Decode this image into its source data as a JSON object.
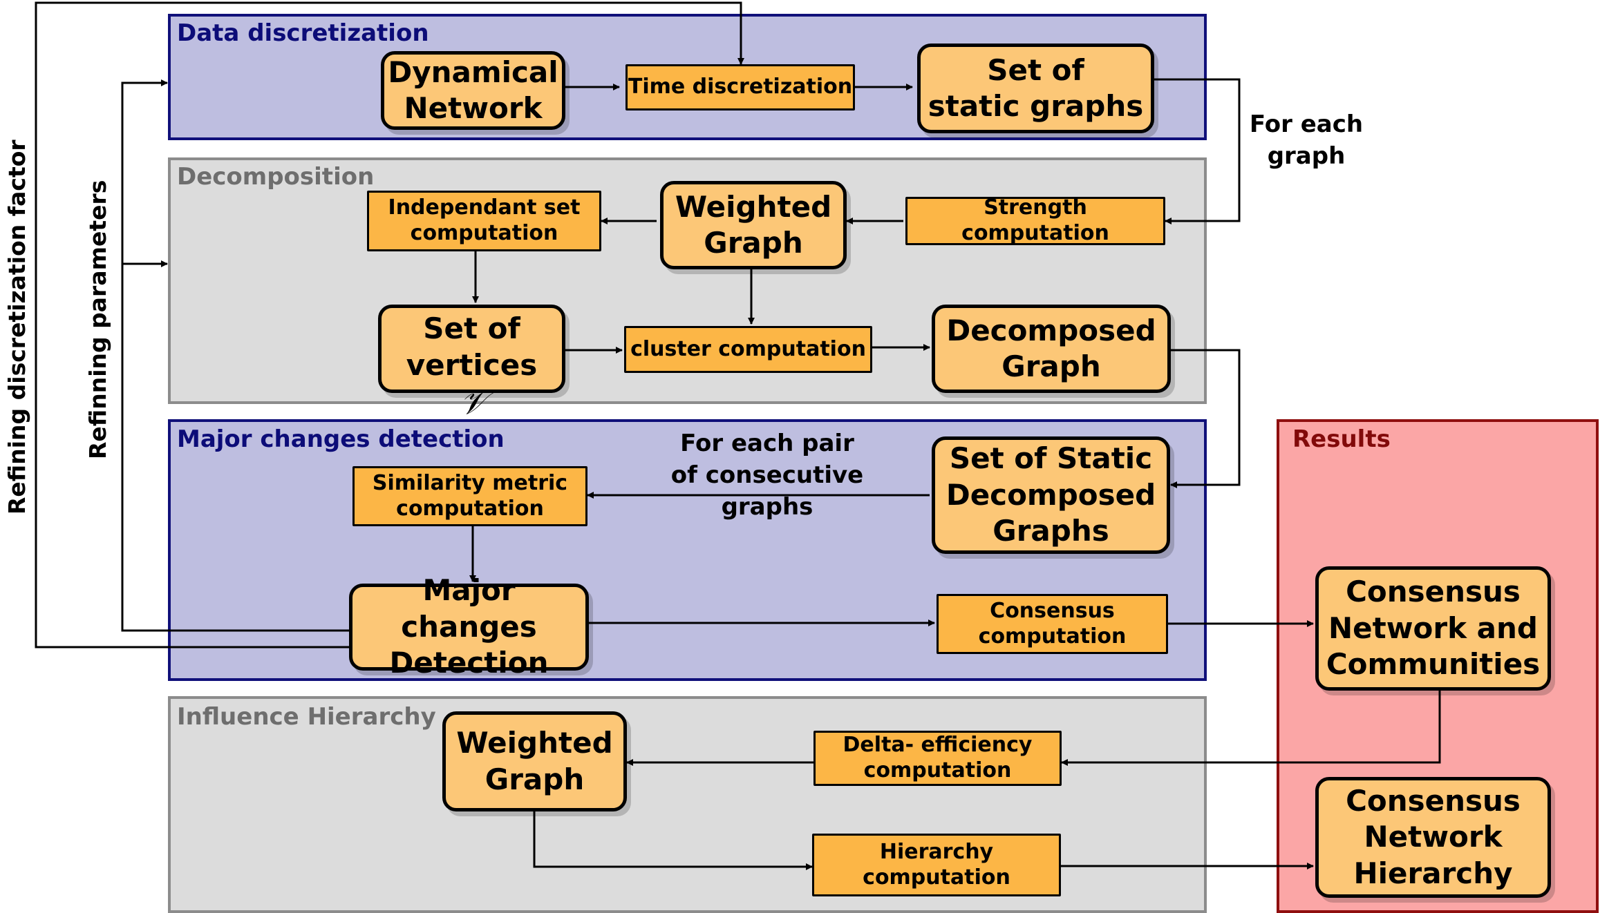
{
  "panels": {
    "data_discretization": "Data discretization",
    "decomposition": "Decomposition",
    "major_changes": "Major changes detection",
    "influence": "Influence Hierarchy",
    "results": "Results"
  },
  "boxes": {
    "dynamical_network": "Dynamical\nNetwork",
    "time_discretization": "Time discretization",
    "set_static_graphs": "Set of\nstatic graphs",
    "strength_computation": "Strength computation",
    "weighted_graph_1": "Weighted\nGraph",
    "independant_set": "Independant set\ncomputation",
    "set_vertices": "Set of\nvertices",
    "vertices_symbol": "𝒱",
    "cluster_computation": "cluster  computation",
    "decomposed_graph": "Decomposed\nGraph",
    "set_static_decomposed": "Set of Static\nDecomposed\nGraphs",
    "similarity_metric": "Similarity metric\ncomputation",
    "major_changes_detection": "Major changes\nDetection",
    "consensus_computation": "Consensus\ncomputation",
    "consensus_network_communities": "Consensus\nNetwork and\nCommunities",
    "weighted_graph_2": "Weighted\nGraph",
    "delta_efficiency": "Delta- efficiency\ncomputation",
    "hierarchy_computation": "Hierarchy\ncomputation",
    "consensus_network_hierarchy": "Consensus\nNetwork\nHierarchy"
  },
  "labels": {
    "for_each_graph": "For each\ngraph",
    "for_each_pair": "For each pair\nof consecutive graphs",
    "refining_discretization": "Refining discretization factor",
    "refining_parameters": "Refinning parameters"
  },
  "colors": {
    "box_fill": "#fcb646",
    "blue_panel": "#bebee0",
    "gray_panel": "#dcdcdc",
    "results_panel": "#fba6a6"
  }
}
